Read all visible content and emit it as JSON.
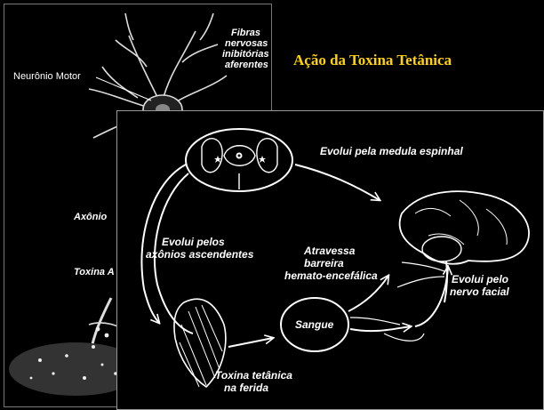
{
  "slide": {
    "title": "Ação da Toxina Tetânica"
  },
  "back_panel": {
    "labels": {
      "motor_neuron": "Neurônio Motor",
      "inhibitory_fibers_1": "Fibras",
      "inhibitory_fibers_2": "nervosas",
      "inhibitory_fibers_3": "inibitórias",
      "inhibitory_fibers_4": "aferentes",
      "axon": "Axônio",
      "toxin": "Toxina A"
    }
  },
  "front_panel": {
    "labels": {
      "spinal_cord_evolution": "Evolui pela medula espinhal",
      "ascending_axons_1": "Evolui pelos",
      "ascending_axons_2": "axônios ascendentes",
      "barrier_1": "Atravessa",
      "barrier_2": "barreira",
      "barrier_3": "hemato-encefálica",
      "facial_nerve_1": "Evolui pelo",
      "facial_nerve_2": "nervo facial",
      "blood": "Sangue",
      "wound_1": "Toxina tetânica",
      "wound_2": "na ferida"
    }
  },
  "colors": {
    "title": "#ffd400",
    "background": "#000000",
    "lines": "#ffffff"
  }
}
